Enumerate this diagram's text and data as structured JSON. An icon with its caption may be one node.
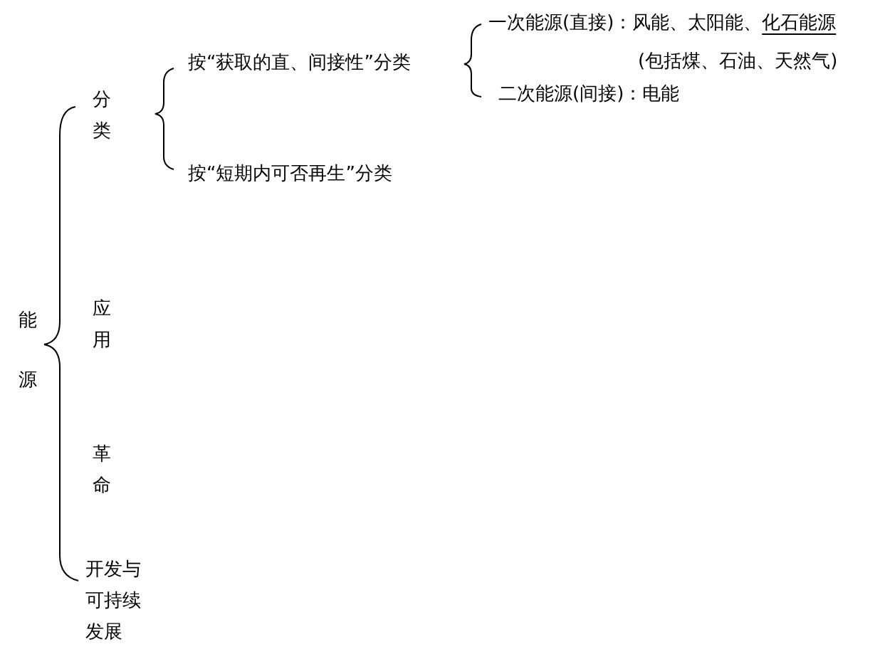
{
  "diagram": {
    "nodes": [
      {
        "text": [
          "能源"
        ]
      },
      {
        "text": [
          "分类"
        ]
      },
      {
        "text": [
          "应用"
        ]
      },
      {
        "text": [
          "革命"
        ]
      },
      {
        "text": [
          "开发与可持续发展"
        ]
      },
      {
        "text": [
          "按“获取的直、间接性”分类"
        ]
      },
      {
        "text": [
          "按“短期内可否再生”分类"
        ]
      },
      {
        "text": [
          "一次能源(直接)：风能、太阳能、化石能源",
          "(包括煤、石油、天然气)"
        ]
      },
      {
        "text": [
          "二次能源(间接)：电能"
        ]
      }
    ]
  }
}
